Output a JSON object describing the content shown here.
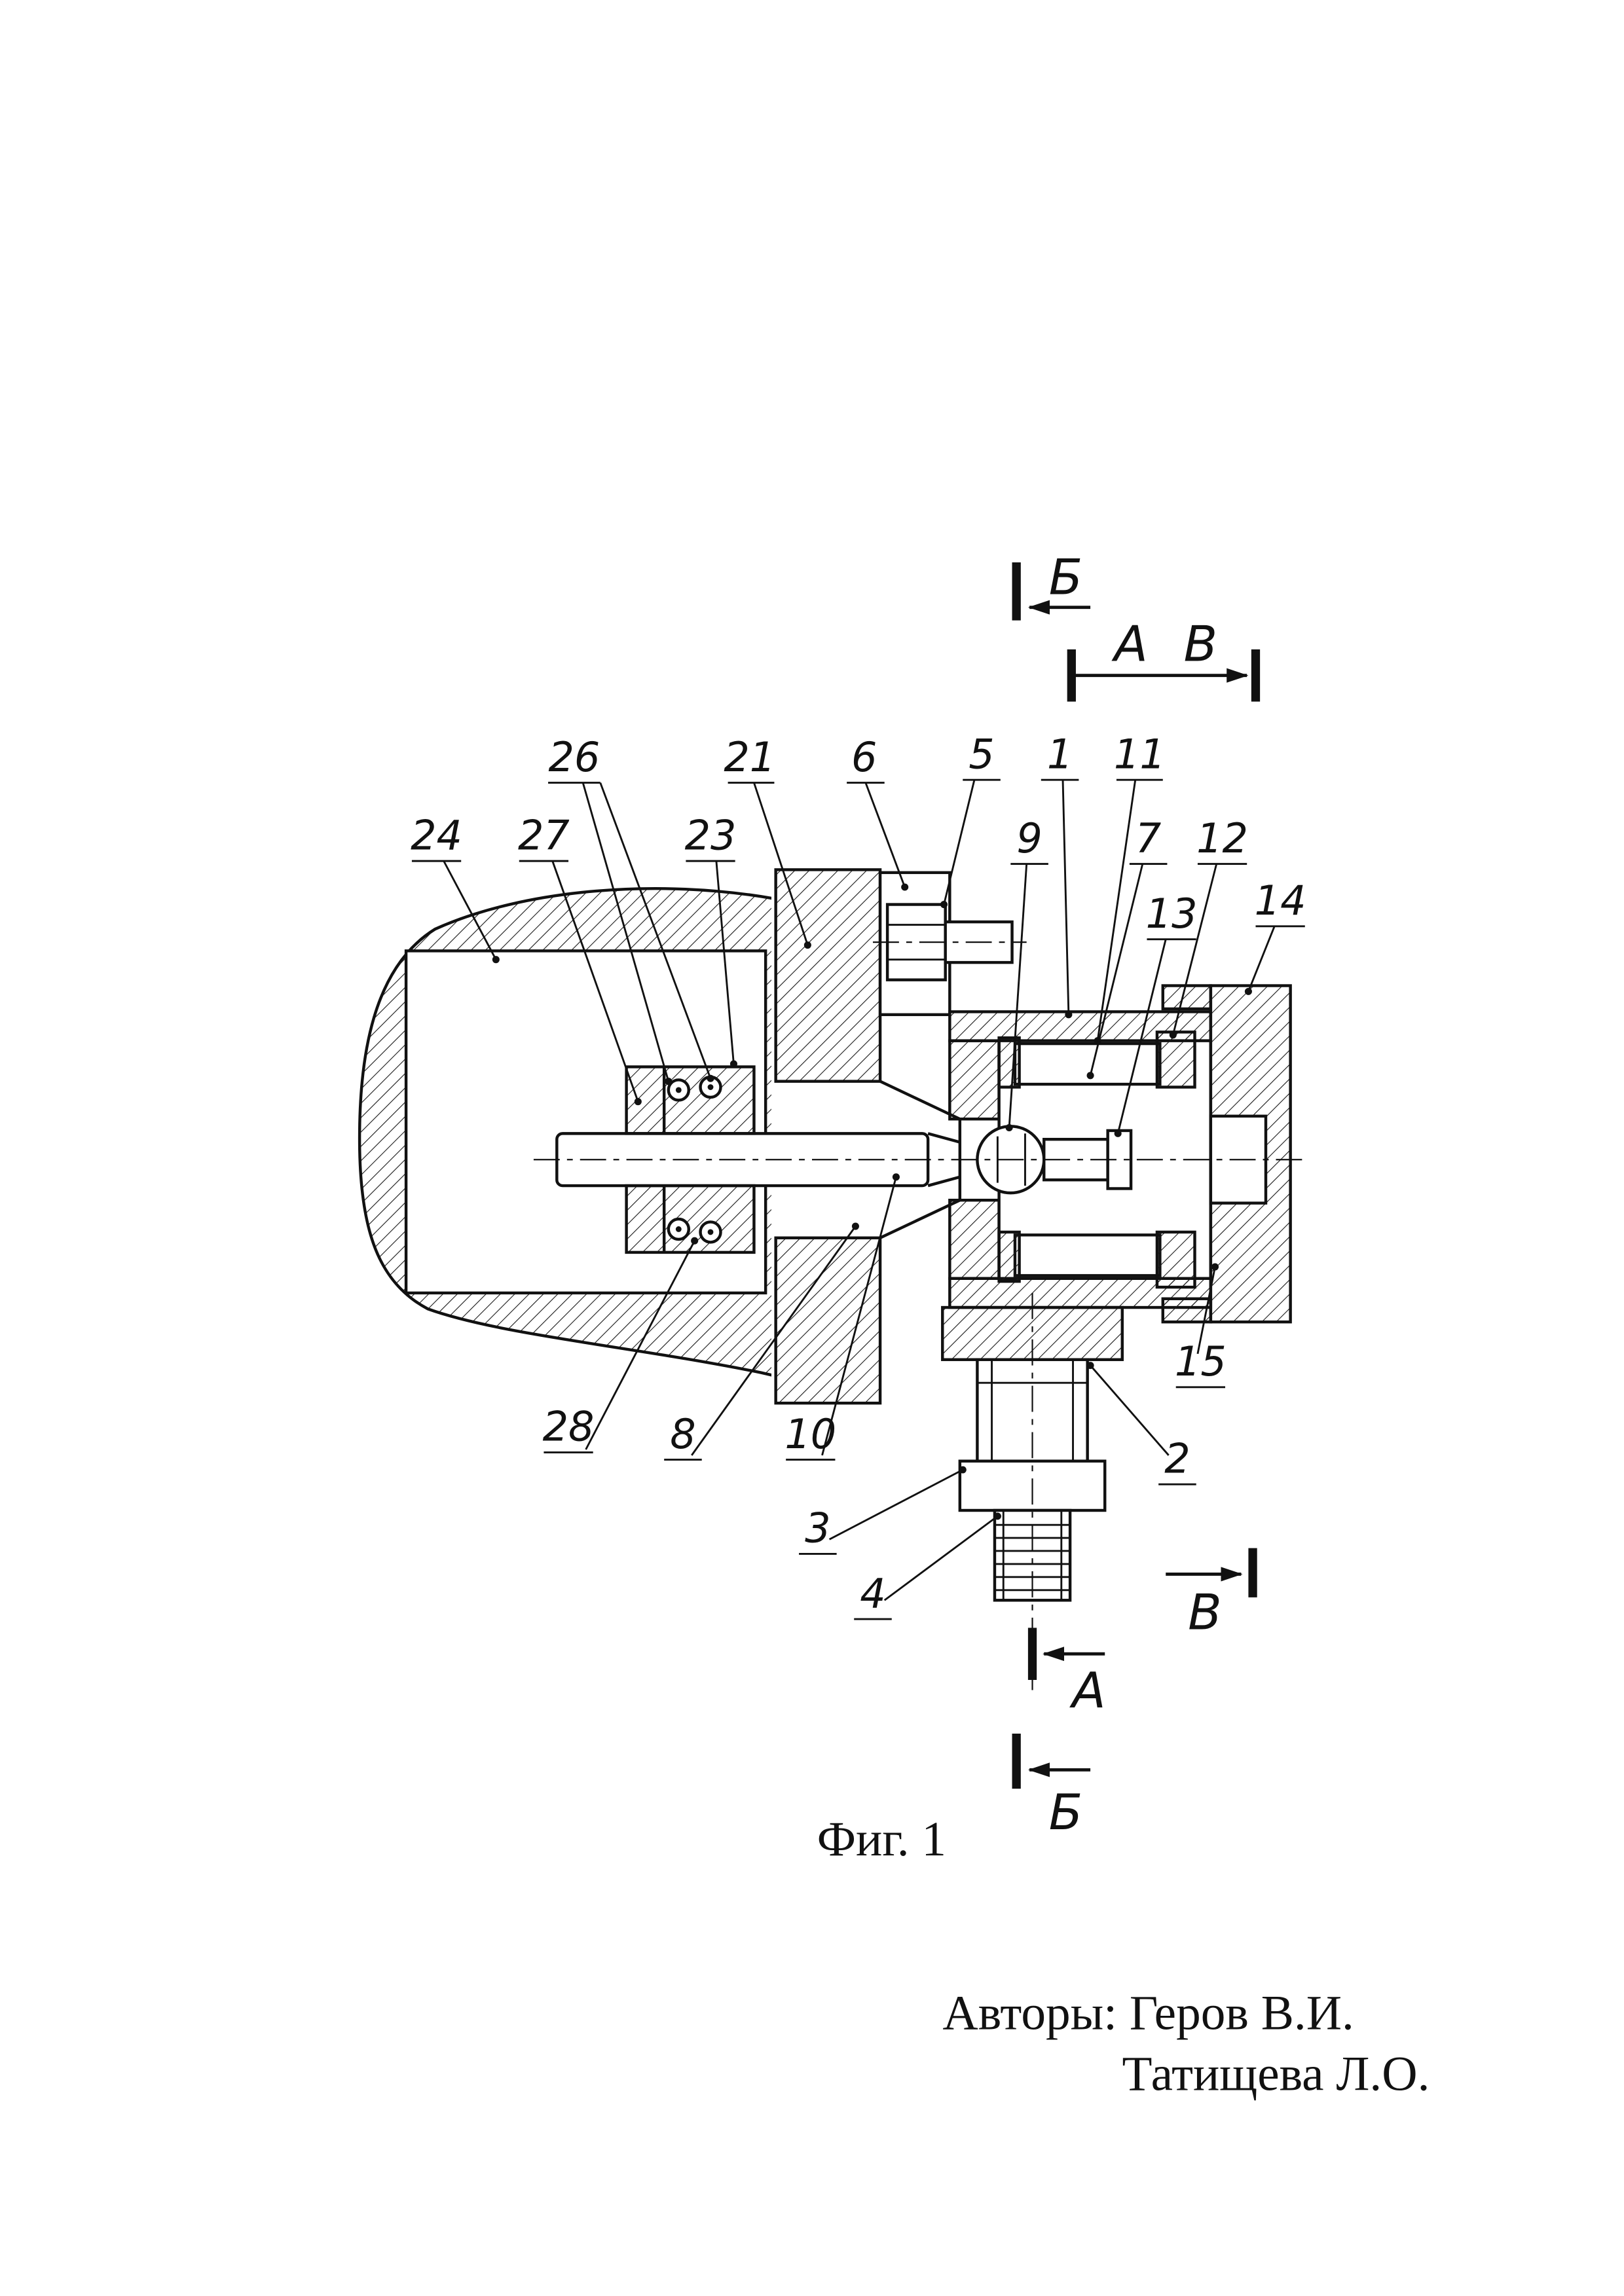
{
  "figure": {
    "caption": "Фиг. 1",
    "authors": [
      "Авторы: Геров В.И.",
      "Татищева Л.О."
    ]
  },
  "sections": {
    "a": "А",
    "b": "Б",
    "v": "В"
  },
  "parts": {
    "p1": "1",
    "p2": "2",
    "p3": "3",
    "p4": "4",
    "p5": "5",
    "p6": "6",
    "p7": "7",
    "p8": "8",
    "p9": "9",
    "p10": "10",
    "p11": "11",
    "p12": "12",
    "p13": "13",
    "p14": "14",
    "p15": "15",
    "p21": "21",
    "p23": "23",
    "p24": "24",
    "p26": "26",
    "p27": "27",
    "p28": "28"
  }
}
